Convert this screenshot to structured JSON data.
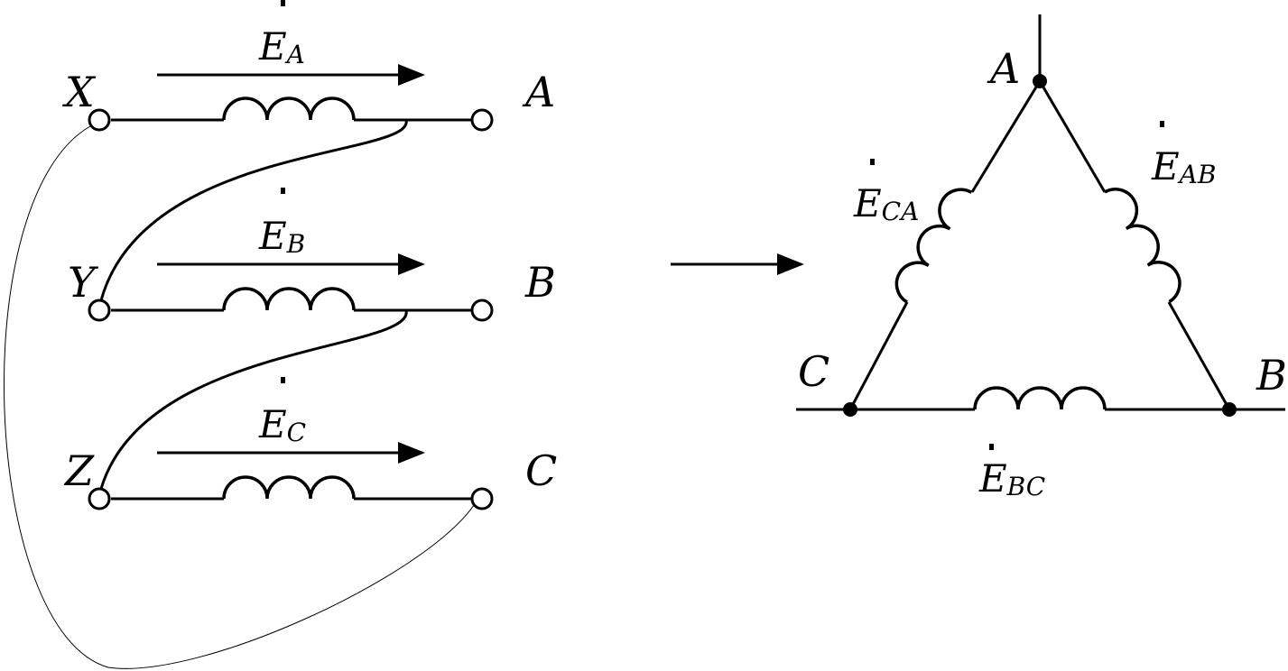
{
  "windings": {
    "terminals": {
      "x": "X",
      "y": "Y",
      "z": "Z",
      "a": "A",
      "b": "B",
      "c": "C"
    },
    "emf": [
      {
        "symbol": "E",
        "subscript": "A"
      },
      {
        "symbol": "E",
        "subscript": "B"
      },
      {
        "symbol": "E",
        "subscript": "C"
      }
    ]
  },
  "delta": {
    "nodes": {
      "a": "A",
      "b": "B",
      "c": "C"
    },
    "emf": {
      "ab": {
        "symbol": "E",
        "subscript": "AB"
      },
      "bc": {
        "symbol": "E",
        "subscript": "BC"
      },
      "ca": {
        "symbol": "E",
        "subscript": "CA"
      }
    }
  }
}
